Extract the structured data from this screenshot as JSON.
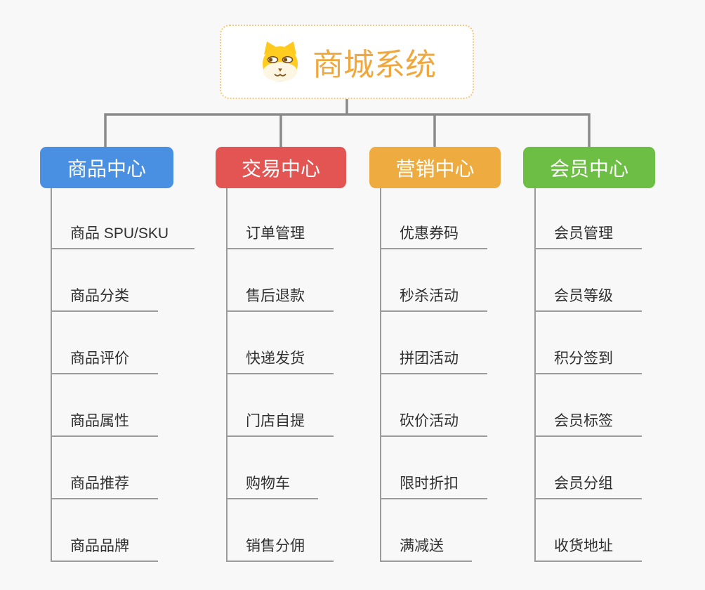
{
  "root": {
    "title": "商城系统",
    "icon": "shiba-dog-icon",
    "title_color": "#F0A83E",
    "border_color": "#F5C87D"
  },
  "connector_color": "#8A8A8A",
  "line_color": "#9B9B9B",
  "background_color": "#F8F8F8",
  "branches": [
    {
      "label": "商品中心",
      "color": "#4A90E2",
      "items": [
        "商品 SPU/SKU",
        "商品分类",
        "商品评价",
        "商品属性",
        "商品推荐",
        "商品品牌"
      ]
    },
    {
      "label": "交易中心",
      "color": "#E25552",
      "items": [
        "订单管理",
        "售后退款",
        "快递发货",
        "门店自提",
        "购物车",
        "销售分佣"
      ]
    },
    {
      "label": "营销中心",
      "color": "#EEAC40",
      "items": [
        "优惠券码",
        "秒杀活动",
        "拼团活动",
        "砍价活动",
        "限时折扣",
        "满减送"
      ]
    },
    {
      "label": "会员中心",
      "color": "#6CBE45",
      "items": [
        "会员管理",
        "会员等级",
        "积分签到",
        "会员标签",
        "会员分组",
        "收货地址"
      ]
    }
  ]
}
